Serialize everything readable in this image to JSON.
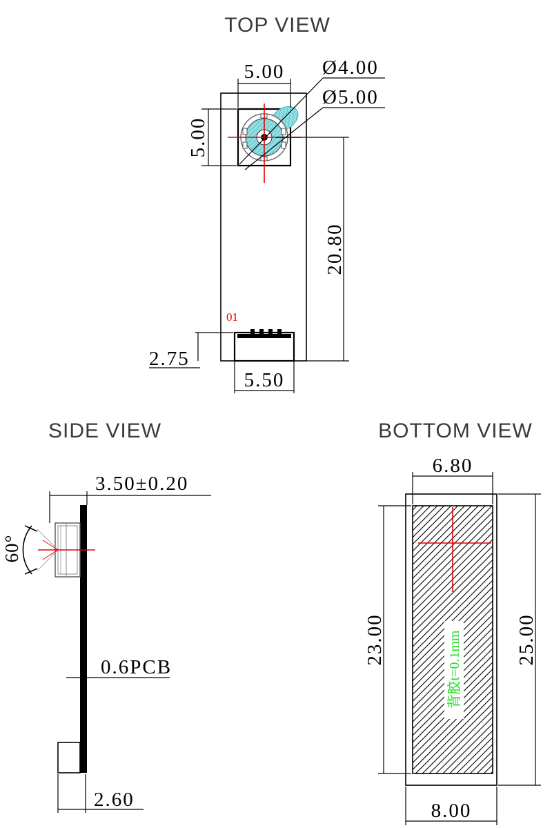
{
  "top_view": {
    "title": "TOP VIEW",
    "dim_width": "5.00",
    "dim_height": "5.00",
    "dim_dia_inner": "Ø4.00",
    "dim_dia_outer": "Ø5.00",
    "dim_length": "20.80",
    "dim_conn_height": "2.75",
    "dim_conn_width": "5.50",
    "pin1_label": "01"
  },
  "side_view": {
    "title": "SIDE VIEW",
    "dim_height": "3.50±0.20",
    "angle": "60°",
    "pcb": "0.6PCB",
    "dim_conn": "2.60"
  },
  "bottom_view": {
    "title": "BOTTOM  VIEW",
    "dim_inner_width": "6.80",
    "dim_outer_width": "8.00",
    "dim_inner_height": "23.00",
    "dim_outer_height": "25.00",
    "adhesive_note": "背胶t=0.1mm"
  },
  "colors": {
    "centerline": "#e00000",
    "lens_fill": "#7fd8dc",
    "note": "#22dd22"
  }
}
